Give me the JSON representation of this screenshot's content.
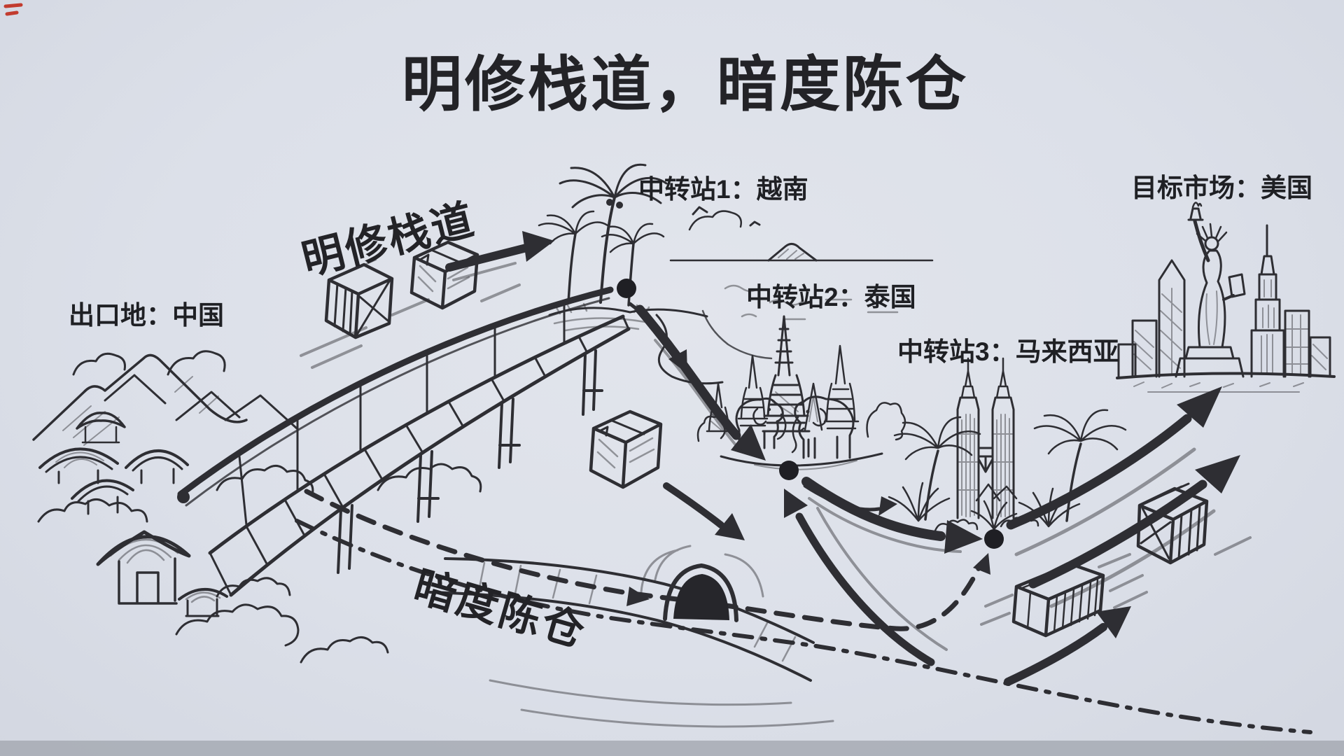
{
  "title": "明修栈道，暗度陈仓",
  "labels": {
    "origin": "出口地：中国",
    "overt_route": "明修栈道",
    "covert_route": "暗度陈仓",
    "transit1": "中转站1：越南",
    "transit2": "中转站2：泰国",
    "transit3": "中转站3：马来西亚",
    "target": "目标市场：美国"
  },
  "colors": {
    "background": "#dce0e9",
    "ink": "#2e2e33",
    "node_dot": "#1f1f24",
    "bottom_strip": "#a9adb6",
    "corner_mark_red": "#c23b2e"
  },
  "icons": {
    "route-node-dot": "●",
    "solid-route-arrow": "➤",
    "dashed-route-arrow": "⇢",
    "shipping-box-icon": "sketched cardboard cube",
    "wooden-crate-icon": "crate cube with X brace",
    "container-box-icon": "ribbed container box",
    "tunnel-icon": "dark arch in hillside",
    "plank-bridge-icon": "arched plank road bridge",
    "china-mountain-village-icon": "mountains and pavilions",
    "vietnam-palm-island-icon": "palm beach island",
    "thailand-temples-elephants-icon": "stupas and elephants",
    "malaysia-petronas-towers-icon": "twin towers with palms",
    "usa-statue-skyline-icon": "Statue of Liberty and skyline"
  }
}
